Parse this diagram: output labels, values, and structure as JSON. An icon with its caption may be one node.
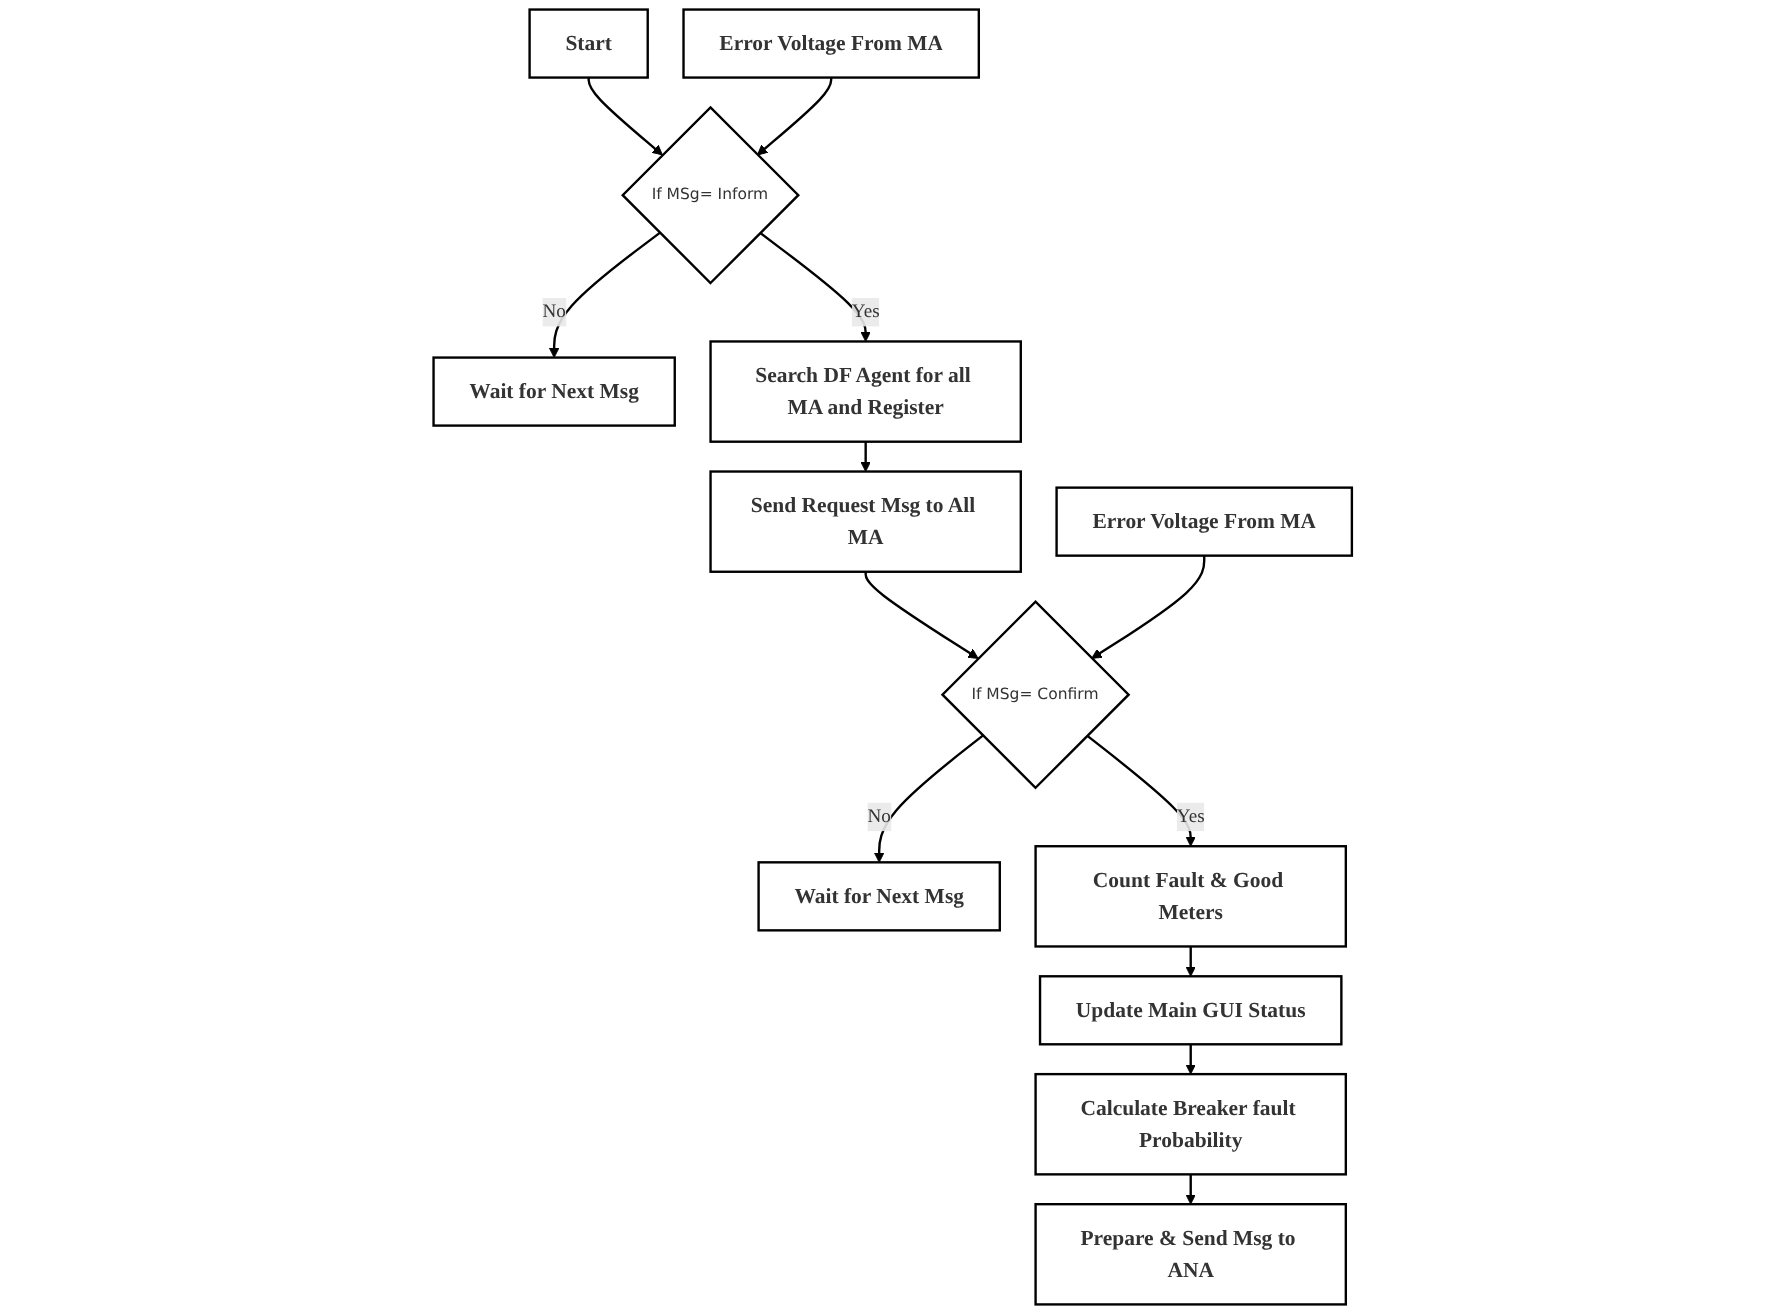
{
  "diagram": {
    "nodes": [
      {
        "text": [
          "Start"
        ]
      },
      {
        "text": [
          "If MSg= Inform"
        ]
      },
      {
        "text": [
          "Wait for Next Msg"
        ]
      },
      {
        "text": [
          "Error Voltage From MA"
        ]
      },
      {
        "text": [
          "Search DF Agent for all MA and Register"
        ]
      },
      {
        "text": [
          "Send Request Msg to All MA"
        ]
      },
      {
        "text": [
          "If MSg= Confirm"
        ]
      },
      {
        "text": [
          "Wait for Next Msg"
        ]
      },
      {
        "text": [
          "Error Voltage From MA"
        ]
      },
      {
        "text": [
          "Count Fault & Good Meters"
        ]
      },
      {
        "text": [
          "Update Main GUI Status"
        ]
      },
      {
        "text": [
          "Calculate Breaker fault Probability"
        ]
      },
      {
        "text": [
          "Prepare & Send Msg to ANA"
        ]
      }
    ],
    "edges": [
      {
        "from": 0,
        "to": 1,
        "arrow": "to"
      },
      {
        "from": 1,
        "to": 2,
        "arrow": "to",
        "label": "No"
      },
      {
        "from": 3,
        "to": 1,
        "arrow": "to"
      },
      {
        "from": 1,
        "to": 4,
        "arrow": "to",
        "label": "Yes"
      },
      {
        "from": 4,
        "to": 5,
        "arrow": "to"
      },
      {
        "from": 5,
        "to": 6,
        "arrow": "to"
      },
      {
        "from": 6,
        "to": 7,
        "arrow": "to",
        "label": "No"
      },
      {
        "from": 8,
        "to": 6,
        "arrow": "to"
      },
      {
        "from": 6,
        "to": 9,
        "arrow": "to",
        "label": "Yes"
      },
      {
        "from": 9,
        "to": 10,
        "arrow": "to"
      },
      {
        "from": 10,
        "to": 11,
        "arrow": "to"
      },
      {
        "from": 11,
        "to": 12,
        "arrow": "to"
      }
    ]
  }
}
